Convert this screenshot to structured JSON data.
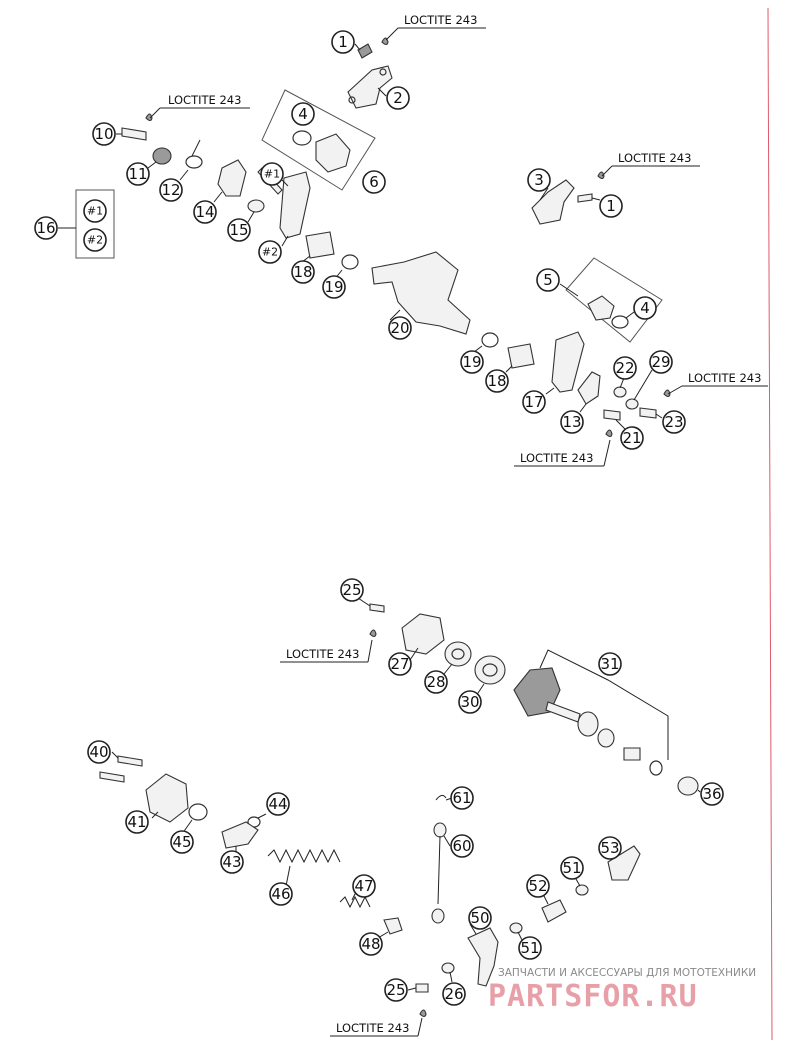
{
  "note_text": "LOCTITE 243",
  "kit_markers": [
    "#1",
    "#2"
  ],
  "watermark": {
    "tagline": "ЗАПЧАСТИ И АКСЕССУАРЫ ДЛЯ МОТОТЕХНИКИ",
    "logo": "PARTSFOR.RU"
  },
  "labels": {
    "n1a": "1",
    "n2": "2",
    "n4a": "4",
    "n6": "6",
    "n10": "10",
    "n11": "11",
    "n12": "12",
    "n14": "14",
    "n15": "15",
    "n16": "16",
    "n18a": "18",
    "n19a": "19",
    "n20": "20",
    "n3": "3",
    "n1b": "1",
    "n5": "5",
    "n4b": "4",
    "n19b": "19",
    "n18b": "18",
    "n17": "17",
    "n13": "13",
    "n22": "22",
    "n29": "29",
    "n23": "23",
    "n21": "21",
    "n25a": "25",
    "n27": "27",
    "n28": "28",
    "n30": "30",
    "n31": "31",
    "n36": "36",
    "n40": "40",
    "n41": "41",
    "n45": "45",
    "n44": "44",
    "n43": "43",
    "n46": "46",
    "n47": "47",
    "n48": "48",
    "n61": "61",
    "n60": "60",
    "n53": "53",
    "n51a": "51",
    "n52": "52",
    "n50": "50",
    "n51b": "51",
    "n25b": "25",
    "n26": "26"
  }
}
